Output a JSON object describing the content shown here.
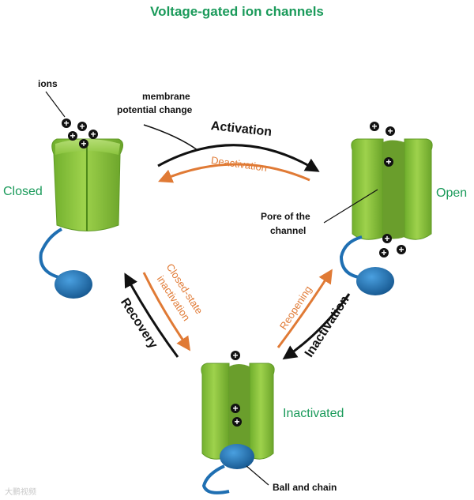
{
  "title": "Voltage-gated ion channels",
  "states": {
    "closed": "Closed",
    "open": "Open",
    "inactivated": "Inactivated"
  },
  "annotations": {
    "ions": "ions",
    "membrane_line1": "membrane",
    "membrane_line2": "potential change",
    "pore_line1": "Pore of the",
    "pore_line2": "channel",
    "ball_chain": "Ball and chain"
  },
  "transitions": {
    "activation": "Activation",
    "deactivation": "Deactivation",
    "inactivation": "Inactivation",
    "reopening": "Reopening",
    "recovery": "Recovery",
    "closed_state_line1": "Closed-state",
    "closed_state_line2": "inactivation"
  },
  "ion_symbol": "+",
  "watermark": "大鹏视频",
  "colors": {
    "title_green": "#1a9a5a",
    "channel_green": "#8dc63f",
    "channel_dark": "#5f9a25",
    "ball_blue": "#1f6fb2",
    "arrow_black": "#111111",
    "arrow_orange": "#e07a35"
  }
}
